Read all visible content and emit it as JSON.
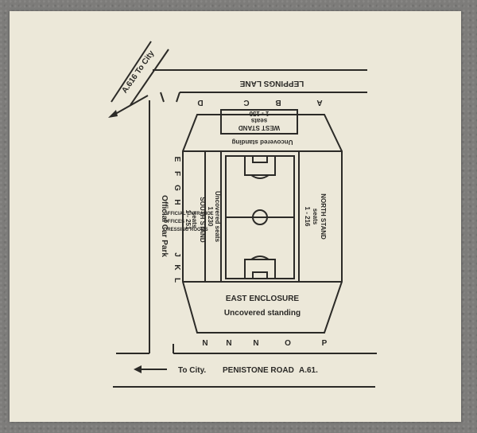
{
  "roads": {
    "leppings_lane": "LEPPINGS LANE",
    "a616": "A.616 To City",
    "penistone": "PENISTONE ROAD",
    "a61": "A.61.",
    "to_city": "To City."
  },
  "gates": {
    "top": [
      "A",
      "B",
      "C",
      "D"
    ],
    "left": [
      "E",
      "F",
      "G",
      "H"
    ],
    "left_lower": [
      "J",
      "K",
      "L"
    ],
    "bottom": [
      "N",
      "N",
      "N",
      "O",
      "P"
    ]
  },
  "stands": {
    "west_stand": "WEST STAND",
    "west_seats": "seats",
    "west_range": "1 - 150",
    "west_standing": "Uncovered standing",
    "north_stand": "NORTH STAND",
    "north_seats": "seats",
    "north_range": "1 - 216",
    "south_stand": "SOUTH STAND",
    "south_seats": "seats",
    "south_range": "1 - 251",
    "uncovered_seats": "Uncovered seats",
    "uncovered_range": "1 - 230",
    "east_enclosure": "EAST ENCLOSURE",
    "east_standing": "Uncovered standing"
  },
  "facilities": {
    "official_entrance": "OFFICIAL ENTRANCE",
    "offices": "OFFICES",
    "dressing_rooms": "DRESSING ROOMS",
    "car_park": "Official Car Park"
  }
}
